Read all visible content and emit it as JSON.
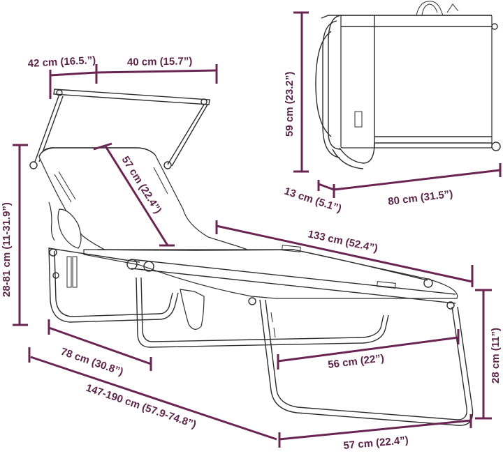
{
  "dimensions": {
    "canopy_depth": "42 cm (16.5.”)",
    "canopy_width": "40 cm (15.7”)",
    "backrest_length": "57 cm (22.4”)",
    "total_height": "28-81 cm (11-31.9”)",
    "folded_height": "59 cm (23.2”)",
    "folded_thickness": "13 cm (5.1”)",
    "folded_length": "80 cm (31.5”)",
    "seat_length": "133 cm (52.4”)",
    "backrest_leg_width": "78 cm (30.8”)",
    "leg_width": "56 cm (22”)",
    "seat_height": "28 cm (11”)",
    "total_length": "147-190 cm (57.9-74.8”)",
    "total_width": "57 cm (22.4”)"
  },
  "colors": {
    "dimension": "#6a2452",
    "outline": "#2d2d2d"
  }
}
